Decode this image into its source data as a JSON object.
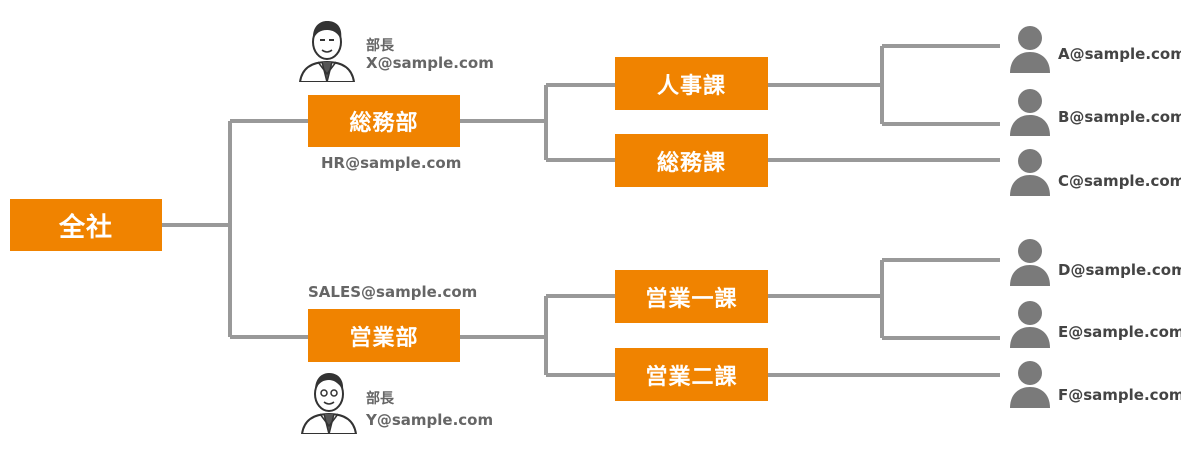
{
  "org": {
    "root": {
      "label": "全社"
    },
    "departments": [
      {
        "label": "総務部",
        "email": "HR@sample.com",
        "manager": {
          "title": "部長",
          "email": "X@sample.com"
        },
        "sections": [
          {
            "label": "人事課",
            "members": [
              "A@sample.com",
              "B@sample.com"
            ]
          },
          {
            "label": "総務課",
            "members": [
              "C@sample.com"
            ]
          }
        ]
      },
      {
        "label": "営業部",
        "email": "SALES@sample.com",
        "manager": {
          "title": "部長",
          "email": "Y@sample.com"
        },
        "sections": [
          {
            "label": "営業一課",
            "members": [
              "D@sample.com",
              "E@sample.com"
            ]
          },
          {
            "label": "営業二課",
            "members": [
              "F@sample.com"
            ]
          }
        ]
      }
    ]
  },
  "colors": {
    "box": "#f08300",
    "line": "#999999",
    "person": "#7a7a7a"
  },
  "icons": {
    "member": "person-silhouette-icon",
    "manager": "manager-portrait-icon"
  }
}
